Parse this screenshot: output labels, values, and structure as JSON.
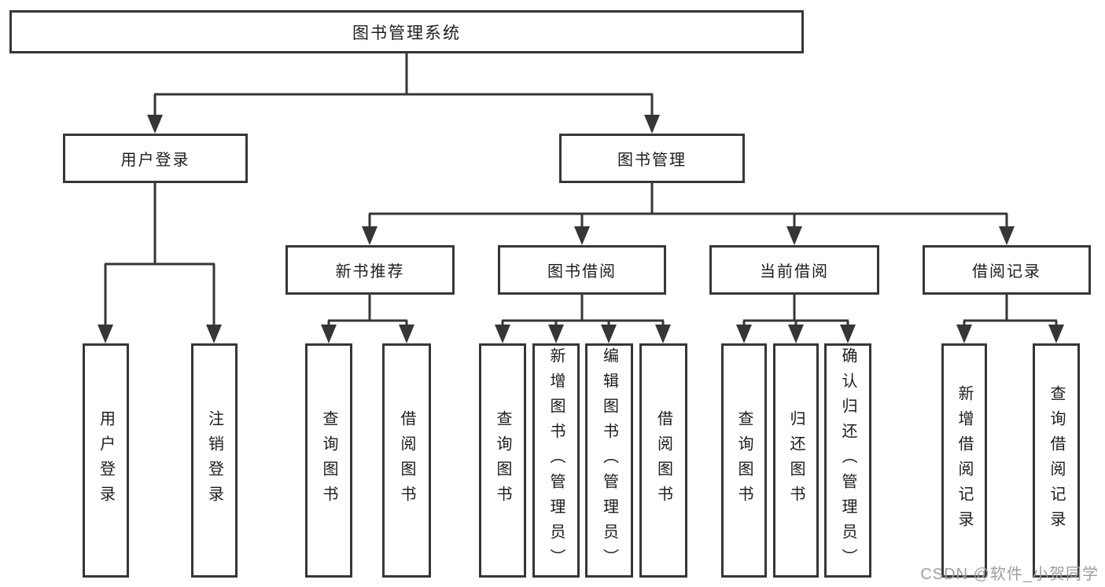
{
  "diagram": {
    "root": {
      "label": "图书管理系统"
    },
    "level2": {
      "user_login": {
        "label": "用户登录"
      },
      "book_mgmt": {
        "label": "图书管理"
      }
    },
    "level3": {
      "new_books": {
        "label": "新书推荐"
      },
      "book_borrow": {
        "label": "图书借阅"
      },
      "current_borrow": {
        "label": "当前借阅"
      },
      "borrow_records": {
        "label": "借阅记录"
      }
    },
    "leaves": {
      "user_login": [
        "用户登录",
        "注销登录"
      ],
      "new_books": [
        "查询图书",
        "借阅图书"
      ],
      "book_borrow": [
        "查询图书",
        "新增图书（管理员）",
        "编辑图书（管理员）",
        "借阅图书"
      ],
      "current_borrow": [
        "查询图书",
        "归还图书",
        "确认归还（管理员）"
      ],
      "borrow_records": [
        "新增借阅记录",
        "查询借阅记录"
      ]
    }
  },
  "watermark": {
    "text": "CSDN @软件_小贺同学"
  },
  "colors": {
    "line": "#363636",
    "text": "#1c1c1c",
    "background": "#ffffff",
    "watermark": "#9e9e9e"
  }
}
